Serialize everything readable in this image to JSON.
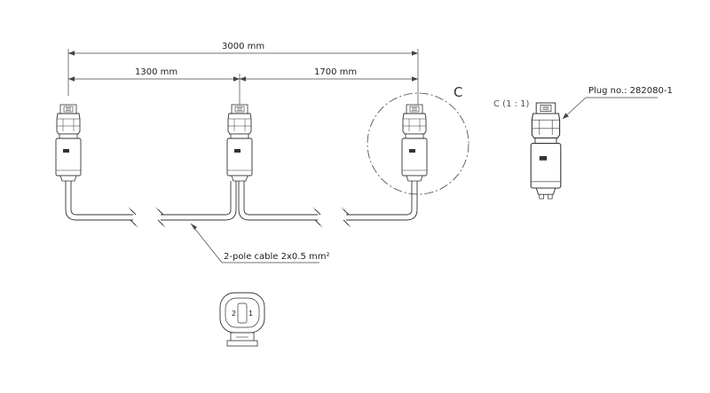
{
  "dimensions": {
    "total": "3000 mm",
    "segment_left": "1300 mm",
    "segment_right": "1700 mm"
  },
  "detail": {
    "marker": "C",
    "scale_label": "C (1 : 1)",
    "plug_label": "Plug no.: 282080-1"
  },
  "cable": {
    "label": "2-pole cable 2x0.5 mm²"
  },
  "pinout": {
    "pin_left": "2",
    "pin_right": "1"
  },
  "colors": {
    "line": "#333333",
    "dim_line": "#444444",
    "fill": "#ffffff"
  }
}
